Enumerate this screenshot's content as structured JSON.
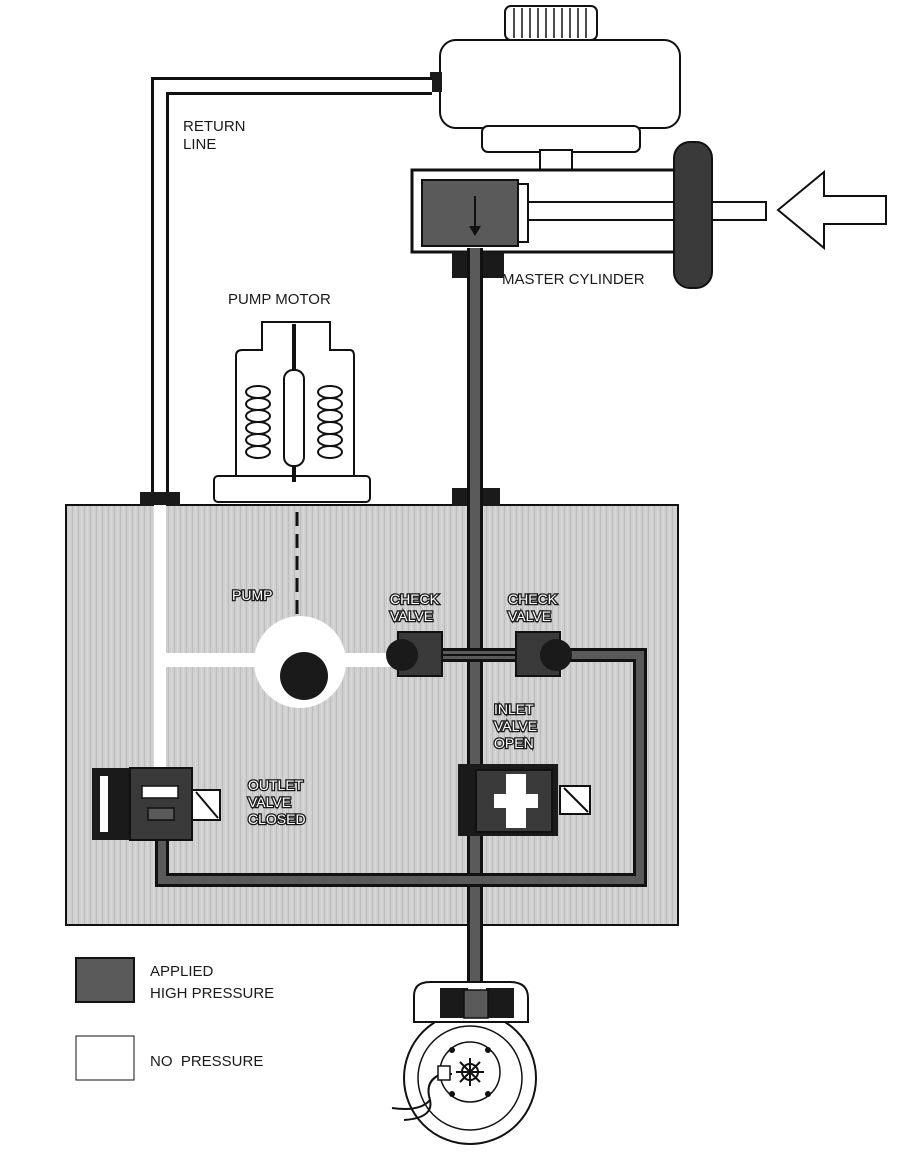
{
  "labels": {
    "return_line_1": "RETURN",
    "return_line_2": "LINE",
    "pump_motor": "PUMP MOTOR",
    "master_cylinder": "MASTER CYLINDER",
    "pump": "PUMP",
    "check_valve_left_1": "CHECK",
    "check_valve_left_2": "VALVE",
    "check_valve_right_1": "CHECK",
    "check_valve_right_2": "VALVE",
    "inlet_valve_1": "INLET",
    "inlet_valve_2": "VALVE",
    "inlet_valve_3": "OPEN",
    "outlet_valve_1": "OUTLET",
    "outlet_valve_2": "VALVE",
    "outlet_valve_3": "CLOSED"
  },
  "legend": {
    "applied_1": "APPLIED",
    "applied_2": "HIGH PRESSURE",
    "no_pressure": "NO  PRESSURE"
  },
  "colors": {
    "high_pressure": "#5a5a5a",
    "no_pressure": "#ffffff",
    "modulator_block": "#cfcfcf",
    "outline": "#111111"
  }
}
